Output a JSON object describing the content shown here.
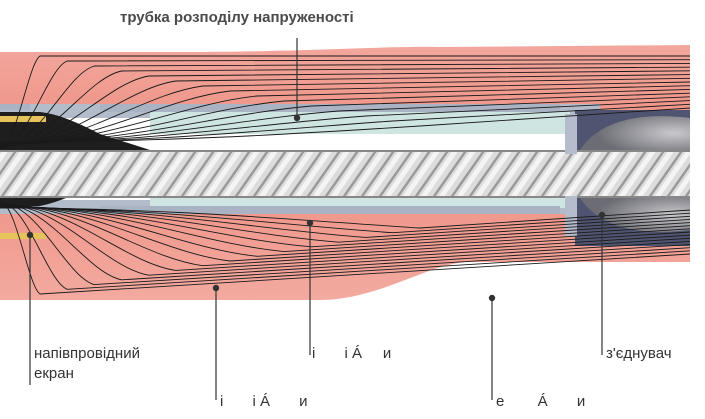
{
  "title": "трубка розподілу напруженості",
  "labels": {
    "semi_screen_line1": "напівпровідний",
    "semi_screen_line2": "екран",
    "garbled_inner": "і       і Á     и",
    "garbled_outer": "і       і Á       и",
    "garbled_right": "е        Á       и",
    "connector": "з'єднувач"
  },
  "colors": {
    "outer_sheath": "#f1a096",
    "outer_sheath_light": "#f7c8c0",
    "insulation": "#e8c2c0",
    "stress_tube": "#a7b3c5",
    "inner_band": "#cfe7e3",
    "semiconductive": "#1c1c1c",
    "yellow": "#e7c65a",
    "connector_dark": "#555a72",
    "conductor": "#d9d9d9",
    "field_lines": "#1a1a1a"
  }
}
